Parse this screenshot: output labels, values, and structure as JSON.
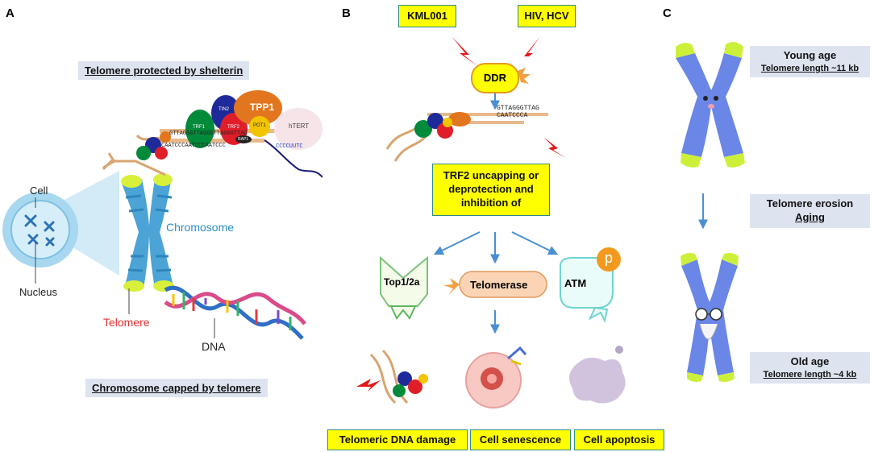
{
  "panels": {
    "a": "A",
    "b": "B",
    "c": "C"
  },
  "panel_a": {
    "top_box": "Telomere protected by shelterin",
    "bottom_box": "Chromosome capped by telomere",
    "labels": {
      "cell": "Cell",
      "nucleus": "Nucleus",
      "chromosome": "Chromosome",
      "telomere": "Telomere",
      "dna": "DNA"
    },
    "proteins": {
      "tpp1": "TPP1",
      "htert": "hTERT",
      "tin2": "TIN2",
      "trf1": "TRF1",
      "trf2": "TRF2",
      "pot1": "POT1",
      "rap1": "RAP1"
    },
    "seq_top": "GTTAGGGTTAGGGTTAGGGTTAG",
    "seq_bottom": "CAATCCCAATCCCAATCCC",
    "seq_tail": "CCCCUUTC"
  },
  "panel_b": {
    "kml": "KML001",
    "hiv": "HIV, HCV",
    "ddr": "DDR",
    "seq1": "GTTAGGGTTAG",
    "seq2": "CAATCCCA",
    "trf2_box": [
      "TRF2 uncapping or",
      "deprotection and",
      "inhibition of"
    ],
    "top12a": "Top1/2a",
    "telomerase": "Telomerase",
    "atm": "ATM",
    "p": "p",
    "outcomes": [
      "Telomeric DNA damage",
      "Cell senescence",
      "Cell apoptosis"
    ]
  },
  "panel_c": {
    "young": "Young age",
    "young_len": "Telomere length ~11 kb",
    "erosion": "Telomere erosion",
    "aging": "Aging",
    "old": "Old age",
    "old_len": "Telomere length ~4 kb"
  },
  "colors": {
    "yellow_box": "#ffff00",
    "gray_box": "#dde4ef",
    "chromosome_blue": "#5f7fe0",
    "telomere_green": "#ccf03a",
    "arrow_blue": "#4a8fd0"
  }
}
